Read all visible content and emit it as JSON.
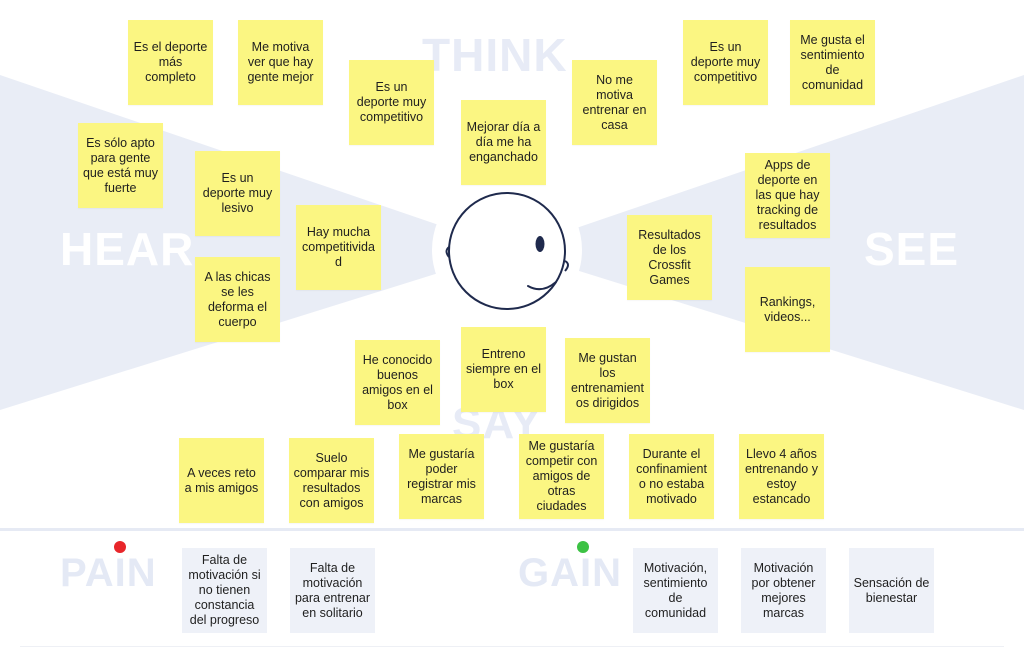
{
  "colors": {
    "sticky_note": "#fbf682",
    "card": "#eef1f8",
    "background_band": "#e9edf6",
    "face_stroke": "#1f2a4d",
    "pain_dot": "#e8262a",
    "gain_dot": "#3cc244"
  },
  "quadrants": {
    "think": "THINK",
    "hear": "HEAR",
    "see": "SEE",
    "say": "SAY",
    "pain": "PAIN",
    "gain": "GAIN"
  },
  "notes": {
    "think": [
      "Es el deporte más completo",
      "Me motiva ver que hay gente mejor",
      "Es un deporte muy competitivo",
      "Mejorar día a día me ha enganchado",
      "No me motiva entrenar en casa",
      "Es un deporte muy competitivo",
      "Me gusta el sentimiento de comunidad"
    ],
    "hear": [
      "Es sólo apto para gente que está muy fuerte",
      "Es un deporte muy lesivo",
      "Hay mucha competitividad",
      "A las chicas se les deforma el cuerpo"
    ],
    "see": [
      "Apps de deporte en las que hay tracking de resultados",
      "Resultados de los Crossfit Games",
      "Rankings, videos..."
    ],
    "say": [
      "He conocido buenos amigos en el box",
      "Entreno siempre en el box",
      "Me gustan los entrenamientos dirigidos",
      "A veces reto a mis amigos",
      "Suelo comparar mis resultados con amigos",
      "Me gustaría poder registrar mis marcas",
      "Me gustaría competir con amigos de otras ciudades",
      "Durante el confinamiento no estaba motivado",
      "Llevo 4 años entrenando y estoy estancado"
    ]
  },
  "pains": [
    "Falta de motivación si no tienen constancia del progreso",
    "Falta de motivación para entrenar en solitario"
  ],
  "gains": [
    "Motivación, sentimiento de comunidad",
    "Motivación por obtener mejores marcas",
    "Sensación de bienestar"
  ]
}
